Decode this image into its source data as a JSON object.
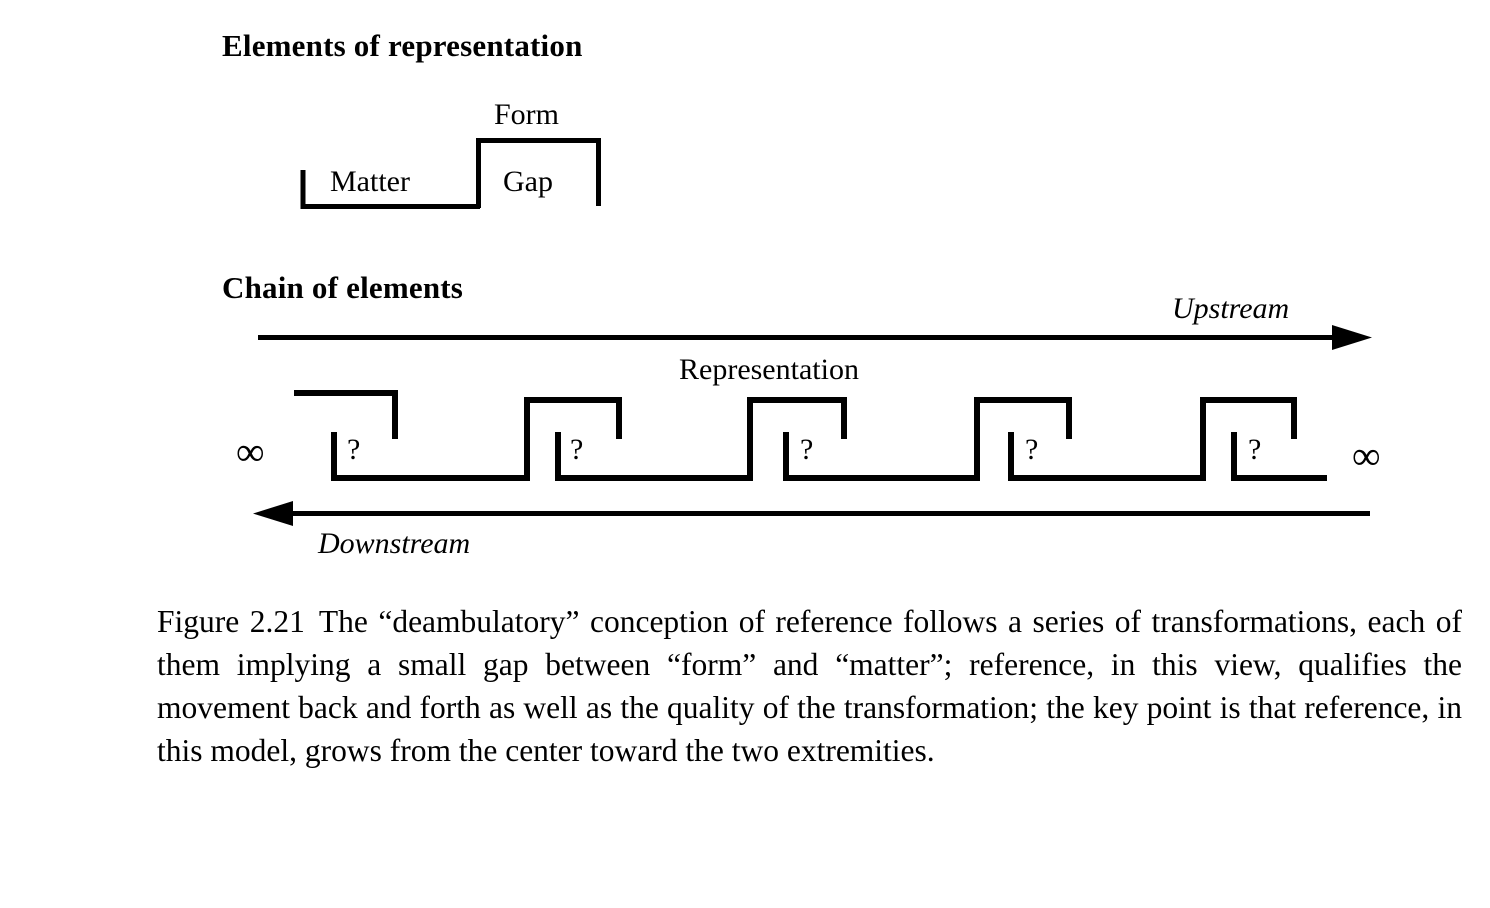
{
  "figure": {
    "sections": {
      "elements_of_representation": {
        "heading": "Elements of representation",
        "labels": {
          "form": "Form",
          "matter": "Matter",
          "gap": "Gap"
        }
      },
      "chain_of_elements": {
        "heading": "Chain of elements",
        "labels": {
          "representation": "Representation",
          "upstream": "Upstream",
          "downstream": "Downstream",
          "infinity_left": "∞",
          "infinity_right": "∞"
        },
        "step_markers": [
          "?",
          "?",
          "?",
          "?",
          "?"
        ]
      }
    },
    "caption": {
      "label": "Figure 2.21",
      "text": "The “deambulatory” conception of reference follows a series of transformations, each of them implying a small gap between “form” and “matter”; reference, in this view, qualifies the movement back and forth as well as the quality of the transformation; the key point is that reference, in this model, grows from the center toward the two extremities."
    },
    "colors": {
      "ink": "#000000",
      "paper": "#ffffff"
    }
  }
}
